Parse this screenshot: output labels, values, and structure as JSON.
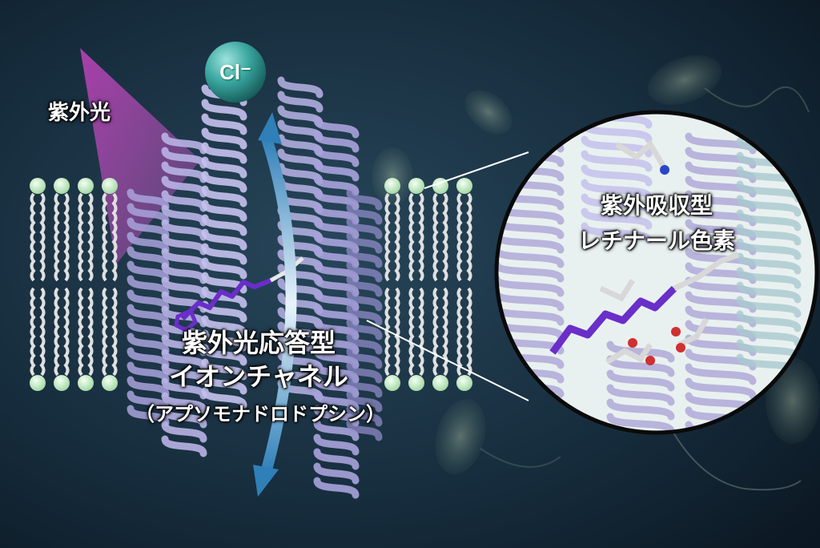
{
  "labels": {
    "uv_light": "紫外光",
    "ion": "Cl⁻",
    "channel_title_line1": "紫外光応答型",
    "channel_title_line2": "イオンチャネル",
    "channel_title_line3": "（アプソモナドロドプシン）",
    "chromophore_line1": "紫外吸収型",
    "chromophore_line2": "レチナール色素"
  },
  "colors": {
    "background": "#0f1f2c",
    "helix": "#b9b4e6",
    "retinal": "#6a2ec9",
    "uv_beam": "#c04ac0",
    "ion_sphere": "#3aa6a0",
    "arrow": "#8cc6e8",
    "lipid_head": "#cfeecf"
  }
}
